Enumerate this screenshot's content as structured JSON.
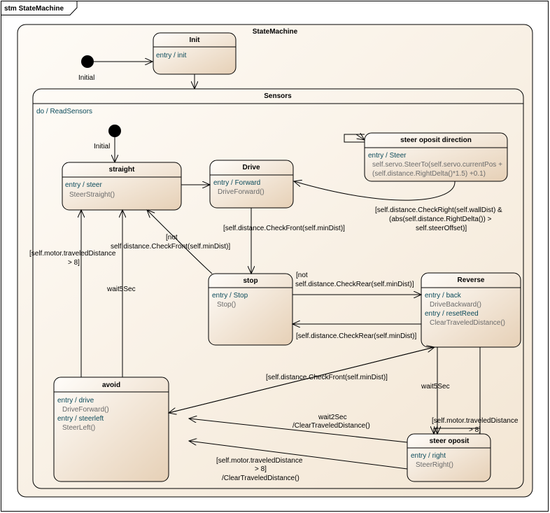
{
  "frame": {
    "kind": "stm",
    "name": "StateMachine"
  },
  "machine": {
    "name": "StateMachine"
  },
  "initial_top": {
    "label": "Initial"
  },
  "init_state": {
    "name": "Init",
    "entry": "entry / init"
  },
  "sensors": {
    "name": "Sensors",
    "activity": "do / ReadSensors"
  },
  "initial_inner": {
    "label": "Initial"
  },
  "states": {
    "straight": {
      "name": "straight",
      "entry": "entry / steer",
      "call": "SteerStraight()"
    },
    "drive": {
      "name": "Drive",
      "entry": "entry / Forward",
      "call": "DriveForward()"
    },
    "steer_oposit_direction": {
      "name": "steer oposit direction",
      "entry": "entry / Steer",
      "call1": "self.servo.SteerTo(self.servo.currentPos +",
      "call2": "(self.distance.RightDelta()*1.5) +0.1)"
    },
    "stop": {
      "name": "stop",
      "entry": "entry / Stop",
      "call": "Stop()"
    },
    "reverse": {
      "name": "Reverse",
      "entry1": "entry / back",
      "call1": "DriveBackward()",
      "entry2": "entry / resetReed",
      "call2": "ClearTraveledDistance()"
    },
    "avoid": {
      "name": "avoid",
      "entry1": "entry / drive",
      "call1": "DriveForward()",
      "entry2": "entry / steerleft",
      "call2": "SteerLeft()"
    },
    "steer_oposit": {
      "name": "steer oposit",
      "entry": "entry / right",
      "call": "SteerRight()"
    }
  },
  "transitions": {
    "drive_to_stop": "[self.distance.CheckFront(self.minDist)]",
    "stop_to_straight_1": "[not",
    "stop_to_straight_2": "self.distance.CheckFront(self.minDist)]",
    "sod_to_drive_1": "[self.distance.CheckRight(self.wallDist) &",
    "sod_to_drive_2": "(abs(self.distance.RightDelta()) >",
    "sod_to_drive_3": "self.steerOffset)]",
    "stop_to_reverse_1": "[not",
    "stop_to_reverse_2": "self.distance.CheckRear(self.minDist)]",
    "reverse_to_stop": "[self.distance.CheckRear(self.minDist)]",
    "avoid_to_straight_1": "[self.motor.traveledDistance",
    "avoid_to_straight_2": "> 8]",
    "avoid_to_straight_wait": "wait5Sec",
    "avoid_to_reverse": "[self.distance.CheckFront(self.minDist)]",
    "reverse_to_so_wait": "wait5Sec",
    "reverse_to_so_dist_1": "[self.motor.traveledDistance",
    "reverse_to_so_dist_2": "> 8]",
    "so_to_avoid_wait_1": "wait2Sec",
    "so_to_avoid_wait_2": "/ClearTraveledDistance()",
    "so_to_avoid_dist_1": "[self.motor.traveledDistance",
    "so_to_avoid_dist_2": "> 8]",
    "so_to_avoid_dist_3": "/ClearTraveledDistance()"
  },
  "colors": {
    "fill_light": "#fdf8f2",
    "fill_dark": "#e8d3bb",
    "text_activity": "#0a4a5a",
    "text_call": "#6b6b6b"
  }
}
